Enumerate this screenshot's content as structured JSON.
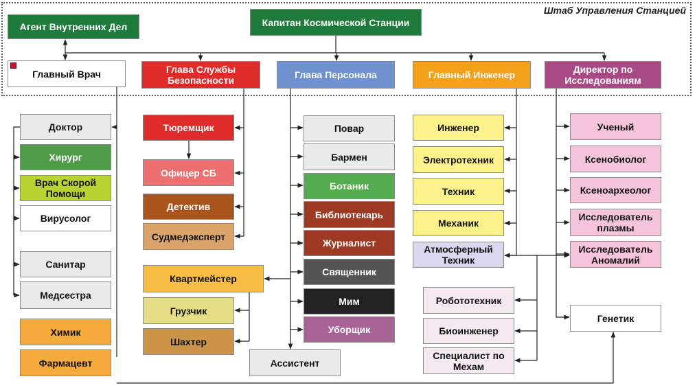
{
  "header": {
    "title": "Штаб Управления Станцией"
  },
  "colors": {
    "command": "#1e7b3c",
    "security": "#e02b2b",
    "personnel": "#7091cf",
    "engineering": "#f5a01b",
    "research": "#a84b84",
    "line": "#222222"
  },
  "nodes": {
    "captain": "Капитан Космической Станции",
    "iaa": "Агент Внутренних Дел",
    "cmo": "Главный Врач",
    "hos": "Глава Службы Безопасности",
    "hop": "Глава Персонала",
    "ce": "Главный Инженер",
    "rd": "Директор по Исследованиям",
    "doctor": "Доктор",
    "surgeon": "Хирург",
    "paramedic": "Врач Скорой Помощи",
    "virologist": "Вирусолог",
    "orderly": "Санитар",
    "nurse": "Медсестра",
    "chemist": "Химик",
    "pharmacist": "Фармацевт",
    "warden": "Тюремщик",
    "officer": "Офицер СБ",
    "detective": "Детектив",
    "forensic": "Судмедэксперт",
    "qm": "Квартмейстер",
    "loader": "Грузчик",
    "miner": "Шахтер",
    "cook": "Повар",
    "bartender": "Бармен",
    "botanist": "Ботаник",
    "librarian": "Библиотекарь",
    "journalist": "Журналист",
    "chaplain": "Священник",
    "mime": "Мим",
    "janitor": "Уборщик",
    "assistant": "Ассистент",
    "engineer": "Инженер",
    "electrician": "Электротехник",
    "technician": "Техник",
    "mechanic": "Механик",
    "atmos": "Атмосферный Техник",
    "roboticist": "Робототехник",
    "bioengineer": "Биоинженер",
    "mechspec": "Специалист по Мехам",
    "scientist": "Ученый",
    "xenobiologist": "Ксенобиолог",
    "xenoarch": "Ксеноархеолог",
    "plasma": "Исследователь плазмы",
    "anomaly": "Исследователь Аномалий",
    "geneticist": "Генетик"
  }
}
